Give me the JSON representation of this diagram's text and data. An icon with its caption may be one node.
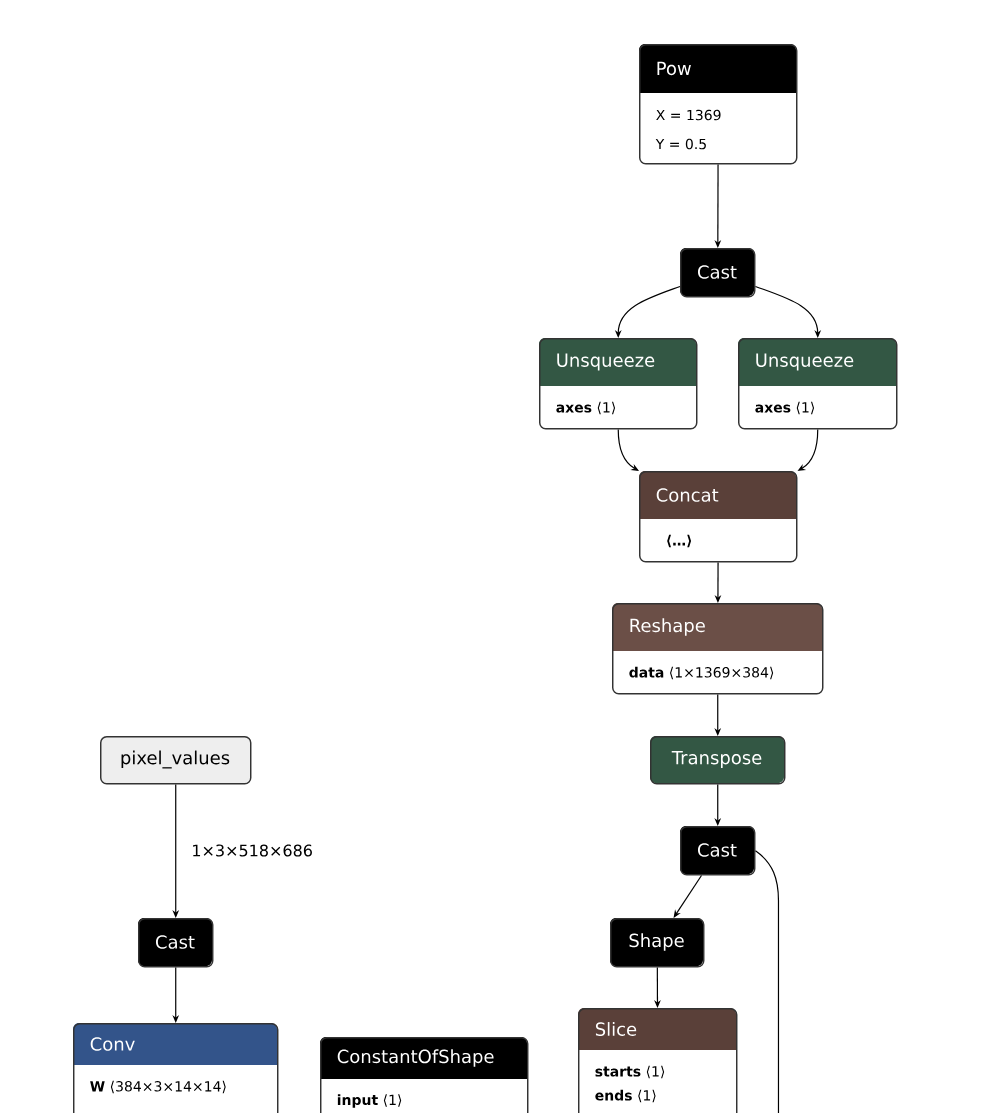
{
  "diagram": {
    "nodes": [
      {
        "text": [
          "Pow",
          "X = 1369",
          "Y = 0.5"
        ]
      },
      {
        "text": [
          "Cast"
        ]
      },
      {
        "text": [
          "Unsqueeze",
          "**axes** ⟨1⟩"
        ]
      },
      {
        "text": [
          "Unsqueeze",
          "**axes** ⟨1⟩"
        ]
      },
      {
        "text": [
          "Concat",
          "⟨…⟩"
        ]
      },
      {
        "text": [
          "Reshape",
          "**data** ⟨1×1369×384⟩"
        ]
      },
      {
        "text": [
          "Transpose"
        ]
      },
      {
        "text": [
          "pixel_values"
        ]
      },
      {
        "text": [
          "Cast"
        ]
      },
      {
        "text": [
          "Cast"
        ]
      },
      {
        "text": [
          "Shape"
        ]
      },
      {
        "text": [
          "Slice",
          "**starts** ⟨1⟩",
          "**ends** ⟨1⟩"
        ]
      },
      {
        "text": [
          "Conv",
          "**W** ⟨384×3×14×14⟩"
        ]
      },
      {
        "text": [
          "ConstantOfShape",
          "**input** ⟨1⟩"
        ]
      }
    ],
    "edges": [
      {
        "from": 0,
        "to": 1,
        "arrow": "to"
      },
      {
        "from": 1,
        "to": 2,
        "arrow": "to"
      },
      {
        "from": 1,
        "to": 3,
        "arrow": "to"
      },
      {
        "from": 2,
        "to": 4,
        "arrow": "to"
      },
      {
        "from": 3,
        "to": 4,
        "arrow": "to"
      },
      {
        "from": 4,
        "to": 5,
        "arrow": "to"
      },
      {
        "from": 5,
        "to": 6,
        "arrow": "to"
      },
      {
        "from": 6,
        "to": 8,
        "arrow": "to"
      },
      {
        "from": 7,
        "to": 9,
        "arrow": "to",
        "label": "1×3×518×686"
      },
      {
        "from": 8,
        "to": 10,
        "arrow": "to"
      },
      {
        "from": 8,
        "to": null,
        "arrow": "none"
      },
      {
        "from": 10,
        "to": 11,
        "arrow": "to"
      },
      {
        "from": 9,
        "to": 12,
        "arrow": "to"
      }
    ]
  }
}
